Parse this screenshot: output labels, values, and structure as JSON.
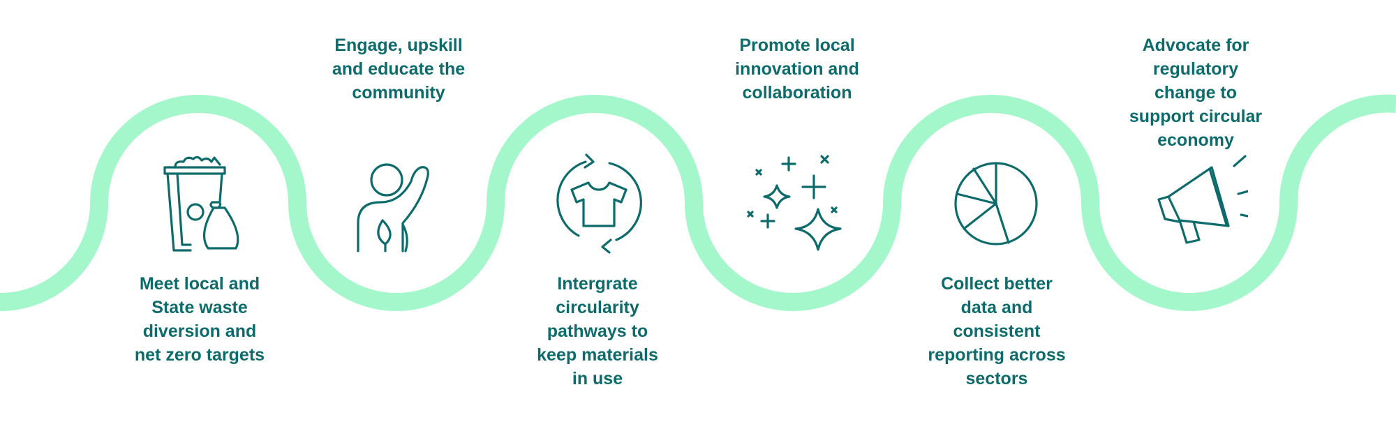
{
  "colors": {
    "wave": "#a3f7cb",
    "text": "#0e6b6b",
    "icon": "#0e6b6b"
  },
  "steps": [
    {
      "label": "Meet local and\nState waste\ndiversion and\nnet zero targets",
      "icon": "recycling-bin-icon"
    },
    {
      "label": "Engage, upskill\nand educate the\ncommunity",
      "icon": "person-raised-hand-icon"
    },
    {
      "label": "Intergrate\ncircularity\npathways to\nkeep materials\nin use",
      "icon": "circular-shirt-icon"
    },
    {
      "label": "Promote local\ninnovation and\ncollaboration",
      "icon": "sparkles-icon"
    },
    {
      "label": "Collect better\ndata and\nconsistent\nreporting across\nsectors",
      "icon": "pie-chart-icon"
    },
    {
      "label": "Advocate for\nregulatory\nchange to\nsupport circular\neconomy",
      "icon": "megaphone-icon"
    }
  ]
}
